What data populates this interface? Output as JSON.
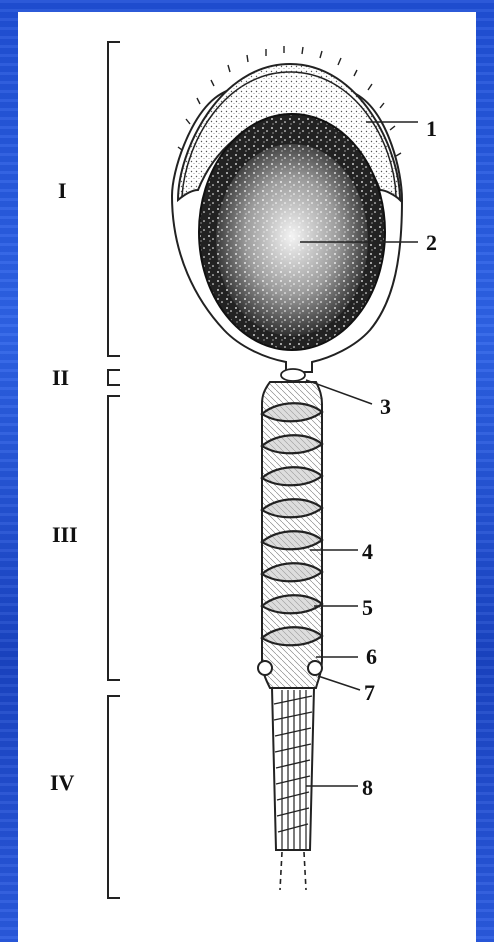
{
  "region_labels": [
    "I",
    "II",
    "III",
    "IV"
  ],
  "part_labels": [
    "1",
    "2",
    "3",
    "4",
    "5",
    "6",
    "7",
    "8"
  ]
}
